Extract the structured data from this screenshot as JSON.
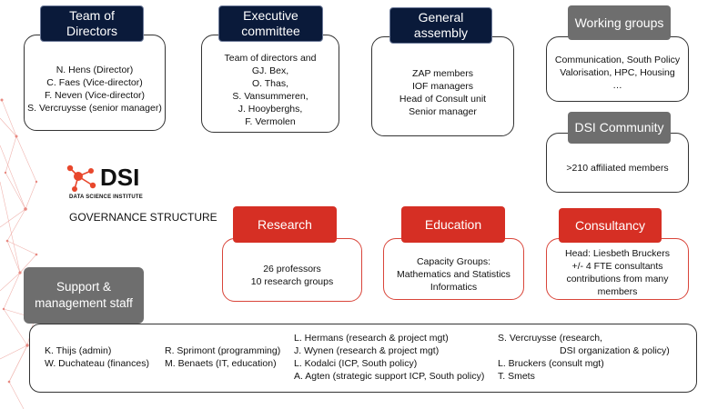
{
  "team_of_directors": {
    "title": [
      "Team of",
      "Directors"
    ],
    "members": [
      "N. Hens (Director)",
      "C. Faes (Vice-director)",
      "F. Neven (Vice-director)",
      "S. Vercruysse (senior manager)"
    ]
  },
  "executive_committee": {
    "title": [
      "Executive",
      "committee"
    ],
    "members": [
      "Team of directors and",
      "GJ. Bex,",
      "O. Thas,",
      "S. Vansummeren,",
      "J. Hooyberghs,",
      "F. Vermolen"
    ]
  },
  "general_assembly": {
    "title": [
      "General",
      "assembly"
    ],
    "members": [
      "ZAP members",
      "IOF managers",
      "Head of Consult unit",
      "Senior manager"
    ]
  },
  "working_groups": {
    "title": "Working groups",
    "items": [
      "Communication, South Policy",
      "Valorisation, HPC, Housing",
      "…"
    ]
  },
  "dsi_community": {
    "title": "DSI Community",
    "text": ">210 affiliated members"
  },
  "logo": {
    "name": "DSI",
    "tagline": "DATA SCIENCE INSTITUTE",
    "caption": "GOVERNANCE STRUCTURE"
  },
  "research": {
    "title": "Research",
    "items": [
      "26 professors",
      "10 research groups"
    ]
  },
  "education": {
    "title": "Education",
    "items": [
      "Capacity Groups:",
      "Mathematics and Statistics",
      "Informatics"
    ]
  },
  "consultancy": {
    "title": "Consultancy",
    "items": [
      "Head: Liesbeth Bruckers",
      "+/- 4 FTE  consultants",
      "contributions from many",
      "members"
    ]
  },
  "support": {
    "title": [
      "Support &",
      "management  staff"
    ],
    "col1": [
      "K. Thijs (admin)",
      "W. Duchateau (finances)"
    ],
    "col2": [
      "R. Sprimont (programming)",
      "M. Benaets (IT, education)"
    ],
    "col3": [
      "L. Hermans (research & project mgt)",
      "J. Wynen (research & project mgt)",
      "L. Kodalci (ICP, South policy)",
      "A. Agten (strategic support ICP, South policy)"
    ],
    "col4": [
      "S. Vercruysse (research,",
      "DSI organization & policy)",
      "L. Bruckers (consult mgt)",
      "T. Smets"
    ]
  },
  "colors": {
    "navy": "#0a1a3a",
    "gray": "#6e6e6e",
    "red": "#d62f24",
    "logo_orange": "#e8472c"
  }
}
